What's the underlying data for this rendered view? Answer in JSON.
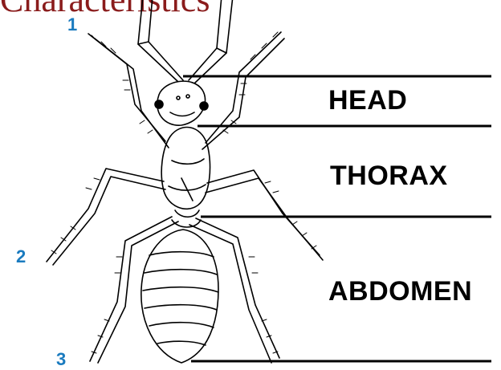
{
  "title": "Characteristics",
  "markers": [
    "1",
    "2",
    "3"
  ],
  "regions": {
    "head": "HEAD",
    "thorax": "THORAX",
    "abdomen": "ABDOMEN"
  },
  "colors": {
    "title": "#8a1c1c",
    "marker": "#1a7bbf",
    "ink": "#000000"
  }
}
